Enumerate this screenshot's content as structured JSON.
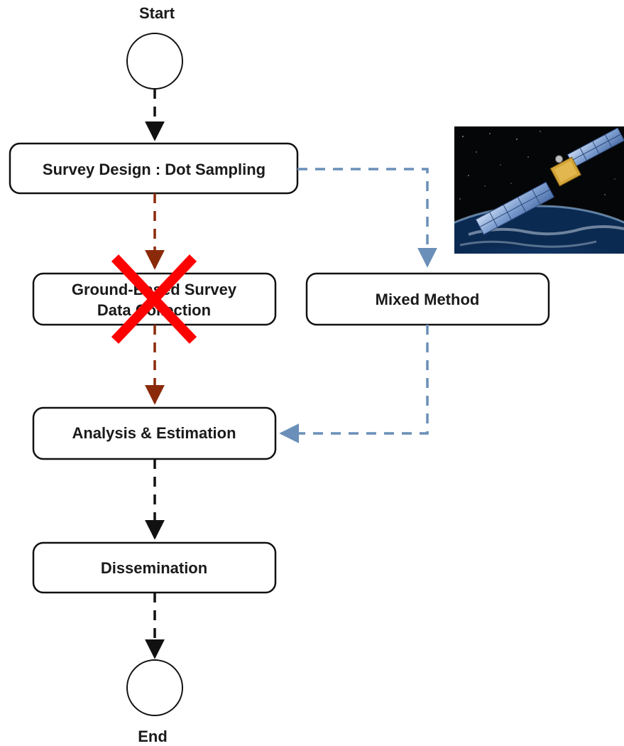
{
  "nodes": {
    "start": {
      "label": "Start"
    },
    "end": {
      "label": "End"
    },
    "survey_design": {
      "label": "Survey Design : Dot Sampling"
    },
    "ground_survey": {
      "line1": "Ground-Based Survey",
      "line2": "Data Collection",
      "crossed_out": true
    },
    "mixed_method": {
      "label": "Mixed Method"
    },
    "analysis": {
      "label": "Analysis & Estimation"
    },
    "dissemination": {
      "label": "Dissemination"
    }
  },
  "image": {
    "icon": "satellite-over-earth-photo"
  },
  "colors": {
    "main_flow": "#111111",
    "discontinued_flow": "#8b2a0a",
    "alternative_flow": "#6a8fb8",
    "cross_mark": "#ff0000"
  }
}
